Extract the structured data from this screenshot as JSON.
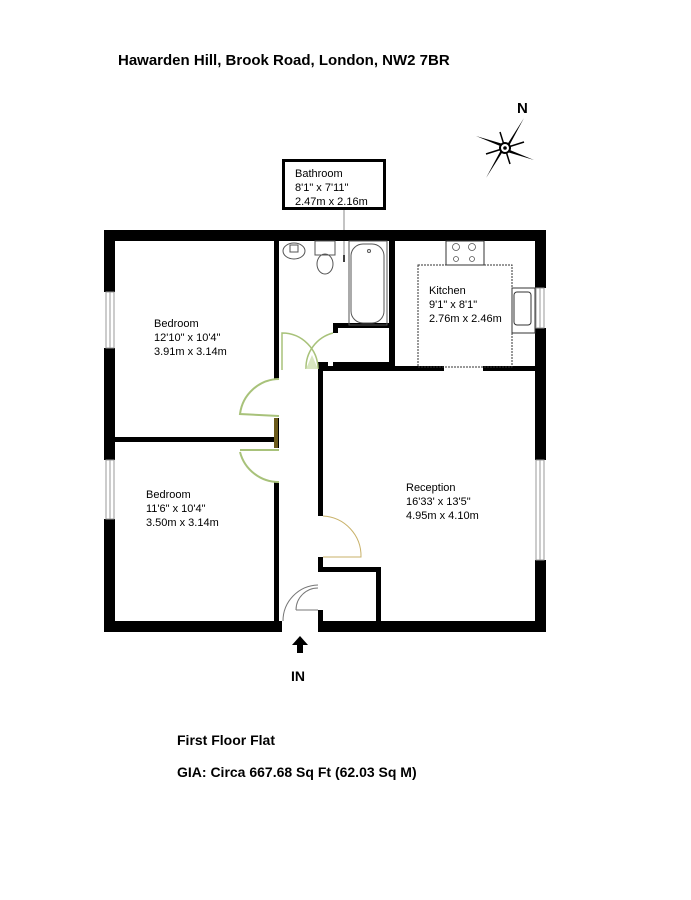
{
  "header": {
    "address": "Hawarden Hill, Brook Road, London, NW2 7BR"
  },
  "compass": {
    "icon": "compass-rose-icon",
    "north_label": "N"
  },
  "rooms": [
    {
      "name": "Bathroom",
      "imperial": "8'1\" x 7'11\"",
      "metric": "2.47m x 2.16m"
    },
    {
      "name": "Kitchen",
      "imperial": "9'1\" x 8'1\"",
      "metric": "2.76m x 2.46m"
    },
    {
      "name": "Bedroom",
      "imperial": "12'10\" x 10'4\"",
      "metric": "3.91m x 3.14m"
    },
    {
      "name": "Bedroom",
      "imperial": "11'6\" x 10'4\"",
      "metric": "3.50m x 3.14m"
    },
    {
      "name": "Reception",
      "imperial": "16'33' x 13'5\"",
      "metric": "4.95m x 4.10m"
    }
  ],
  "entrance": {
    "icon": "arrow-up-icon",
    "label": "IN"
  },
  "footer": {
    "floor": "First Floor Flat",
    "gia": "GIA: Circa 667.68 Sq Ft  (62.03 Sq M)"
  },
  "colors": {
    "wall": "#000000",
    "door_arc": "#a8c27a",
    "door_fill": "#d8e6c0",
    "background": "#ffffff"
  }
}
